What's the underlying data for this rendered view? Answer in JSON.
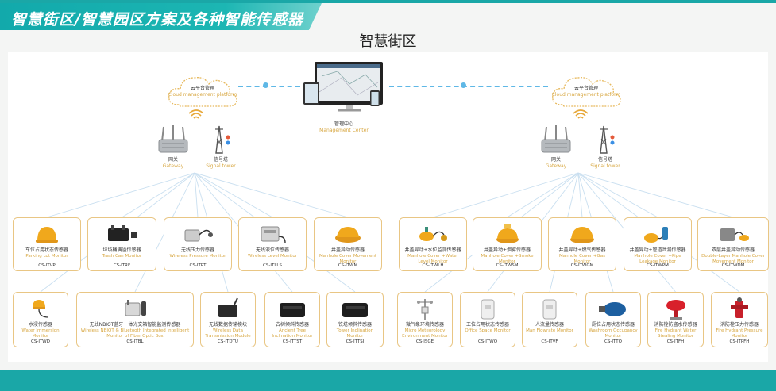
{
  "banner": {
    "title": "智慧街区/智慧园区方案及各种智能传感器"
  },
  "section_title": "智慧街区",
  "cloud_left": {
    "zh": "云平台管理",
    "en": "Cloud management platform"
  },
  "cloud_right": {
    "zh": "云平台管理",
    "en": "Cloud management platform"
  },
  "management_center": {
    "zh": "管理中心",
    "en": "Management Center"
  },
  "gateway_left": {
    "zh": "网关",
    "en": "Gateway"
  },
  "signal_left": {
    "zh": "信号塔",
    "en": "Signal tower"
  },
  "gateway_right": {
    "zh": "网关",
    "en": "Gateway"
  },
  "signal_right": {
    "zh": "信号塔",
    "en": "Signal tower"
  },
  "colors": {
    "accent": "#1aa7a7",
    "card_border": "#e9c684",
    "english_text": "#d7a63f",
    "dashed_link": "#5fb8e6",
    "product_yellow": "#f0a81c"
  },
  "row1": [
    {
      "zh": "车位占用状态传感器",
      "en": "Parking Lot Monitor",
      "model": "CS-ITVP",
      "icon": "yellow-dome-sensor-icon"
    },
    {
      "zh": "垃圾桶满溢传感器",
      "en": "Trash Can Monitor",
      "model": "CS-ITRF",
      "icon": "black-box-sensor-icon"
    },
    {
      "zh": "无线压力传感器",
      "en": "Wireless Pressure Monitor",
      "model": "CS-ITPT",
      "icon": "pressure-sensor-icon"
    },
    {
      "zh": "无线液位传感器",
      "en": "Wireless Level Monitor",
      "model": "CS-ITLLS",
      "icon": "level-sensor-icon"
    },
    {
      "zh": "井盖异动传感器",
      "en": "Manhole Cover Movement Monitor",
      "model": "CS-ITWM",
      "icon": "yellow-disc-sensor-icon"
    },
    {
      "zh": "井盖异动+水位监测传感器",
      "en": "Manhole Cover +Water Level Monitor",
      "model": "CS-ITWLH",
      "icon": "manhole-water-sensor-icon"
    },
    {
      "zh": "井盖异动+烟雾传感器",
      "en": "Manhole Cover +Smoke Monitor",
      "model": "CS-ITWSM",
      "icon": "manhole-smoke-sensor-icon"
    },
    {
      "zh": "井盖异动+燃气传感器",
      "en": "Manhole Cover +Gas Monitor",
      "model": "CS-ITWGM",
      "icon": "manhole-gas-sensor-icon"
    },
    {
      "zh": "井盖异动+管道泄漏传感器",
      "en": "Manhole Cover +Pipe Leakage Monitor",
      "model": "CS-ITWPM",
      "icon": "manhole-pipe-sensor-icon"
    },
    {
      "zh": "双层井盖异动传感器",
      "en": "Double-Layer Manhole Cover Movement Monitor",
      "model": "CS-ITWDM",
      "icon": "double-layer-sensor-icon"
    }
  ],
  "row2": [
    {
      "zh": "水浸传感器",
      "en": "Water Immersion Monitor",
      "model": "CS-ITWD",
      "icon": "water-immersion-sensor-icon"
    },
    {
      "zh": "无线NBIOT蓝牙一体光交箱智能监测传感器",
      "en": "Wireless NBIOT & Bluetooth Integrated Intelligent Monitor of Fiber Optic Box",
      "model": "CS-ITBL",
      "icon": "fiber-box-sensor-icon"
    },
    {
      "zh": "无线数据传输模块",
      "en": "Wireless Data Transmission Module",
      "model": "CS-ITDTU",
      "icon": "dtu-module-icon"
    },
    {
      "zh": "古树倾斜传感器",
      "en": "Ancient Tree Inclination Monitor",
      "model": "CS-ITTST",
      "icon": "tree-tilt-sensor-icon"
    },
    {
      "zh": "铁塔倾斜传感器",
      "en": "Tower Inclination Monitor",
      "model": "CS-ITTSI",
      "icon": "tower-tilt-sensor-icon"
    },
    {
      "zh": "微气象环境传感器",
      "en": "Micro Meteorology Environment Monitor",
      "model": "CS-ISGE",
      "icon": "weather-station-icon"
    },
    {
      "zh": "工位占用状态传感器",
      "en": "Office Space Monitor",
      "model": "CS-ITWO",
      "icon": "office-sensor-icon"
    },
    {
      "zh": "人流量传感器",
      "en": "Man Flowrate Monitor",
      "model": "CS-ITVF",
      "icon": "people-counter-icon"
    },
    {
      "zh": "厕位占用状态传感器",
      "en": "Washroom Occupancy Monitor",
      "model": "CS-ITTO",
      "icon": "washroom-sensor-icon"
    },
    {
      "zh": "消防栓防盗水传感器",
      "en": "Fire Hydrant Water Stealing Monitor",
      "model": "CS-ITFH",
      "icon": "hydrant-red-sensor-icon"
    },
    {
      "zh": "消防栓压力传感器",
      "en": "Fire Hydrant Pressure Monitor",
      "model": "CS-ITPFH",
      "icon": "hydrant-pressure-sensor-icon"
    }
  ]
}
